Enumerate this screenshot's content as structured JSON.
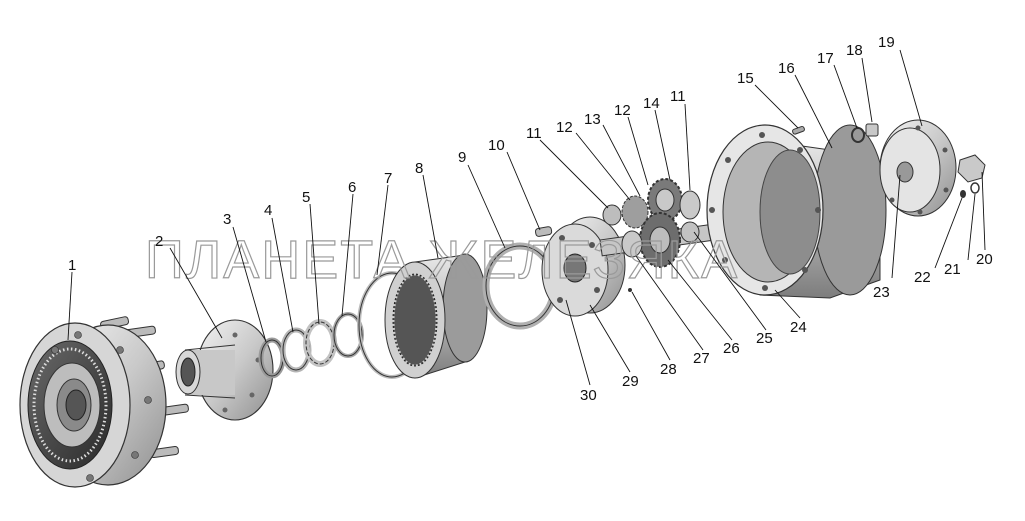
{
  "diagram": {
    "watermark": "ПЛАНЕТА ЖЕЛЕЗЯКА",
    "callouts": [
      "1",
      "2",
      "3",
      "4",
      "5",
      "6",
      "7",
      "8",
      "9",
      "10",
      "11",
      "12",
      "13",
      "12",
      "14",
      "11",
      "15",
      "16",
      "17",
      "18",
      "19",
      "20",
      "21",
      "22",
      "23",
      "24",
      "25",
      "26",
      "27",
      "28",
      "29",
      "30"
    ]
  }
}
